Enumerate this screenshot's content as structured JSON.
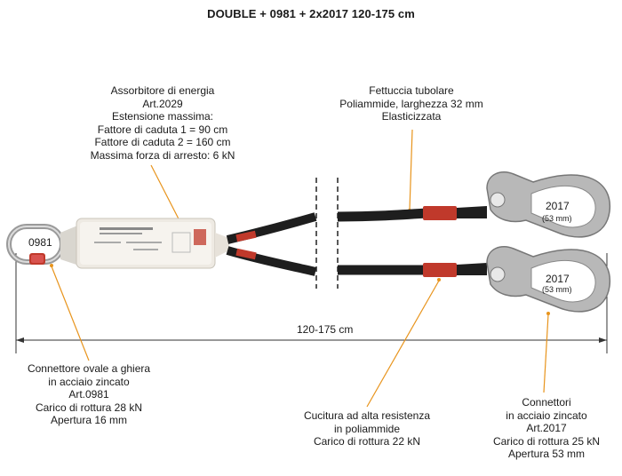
{
  "title": "DOUBLE + 0981 + 2x2017 120-175 cm",
  "absorber": {
    "lines": [
      "Assorbitore di energia",
      "Art.2029",
      "Estensione massima:",
      "Fattore di caduta 1 = 90 cm",
      "Fattore di caduta 2 = 160 cm",
      "Massima forza di arresto: 6 kN"
    ]
  },
  "webbing": {
    "lines": [
      "Fettuccia tubolare",
      "Poliammide, larghezza 32 mm",
      "Elasticizzata"
    ]
  },
  "oval_connector": {
    "tag": "0981",
    "lines": [
      "Connettore ovale a ghiera",
      "in acciaio zincato",
      "Art.0981",
      "Carico di rottura 28 kN",
      "Apertura 16 mm"
    ]
  },
  "stitching": {
    "lines": [
      "Cucitura ad alta resistenza",
      "in poliammide",
      "Carico di rottura 22 kN"
    ]
  },
  "hooks": {
    "top_tag": "2017",
    "top_sub": "(53 mm)",
    "bottom_tag": "2017",
    "bottom_sub": "(53 mm)",
    "lines": [
      "Connettori",
      "in acciaio zincato",
      "Art.2017",
      "Carico di rottura 25 kN",
      "Apertura 53 mm"
    ]
  },
  "dimension": {
    "label": "120-175 cm"
  },
  "colors": {
    "leader": "#e8941c",
    "webbing": "#1e1e1e",
    "accent_red": "#c0392b",
    "metal": "#a8a8a8"
  }
}
